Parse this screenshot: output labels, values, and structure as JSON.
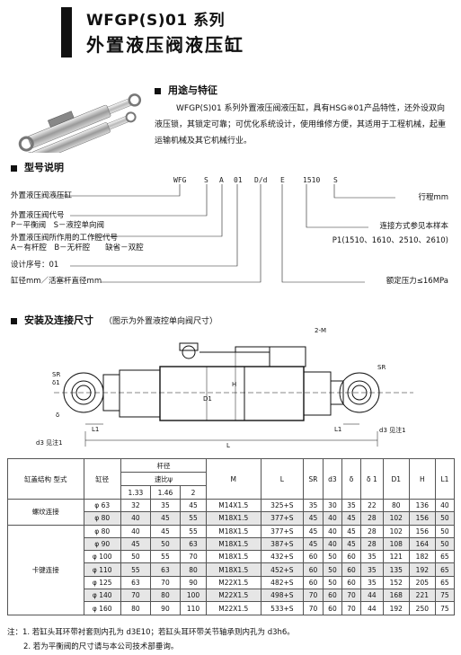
{
  "header": {
    "title_line1": "WFGP(S)01 系列",
    "title_line2": "外置液压阀液压缸"
  },
  "sections": {
    "features_title": "用途与特征",
    "model_title": "型号说明",
    "install_title": "安装及连接尺寸",
    "install_note": "（图示为外置液控单向阀尺寸）"
  },
  "description": "WFGP(S)01 系列外置液压阀液压缸，具有HSG※01产品特性，还外设双向液压锁，其锁定可靠；可优化系统设计，使用维修方便，其适用于工程机械，起重运输机械及其它机械行业。",
  "model": {
    "code_parts": [
      "WFG",
      "S",
      "A",
      "01",
      "D/d",
      "E",
      "1510",
      "S"
    ],
    "left_labels": [
      "外置液压阀液压缸",
      "外置液压阀代号",
      "P－平衡阀　S－液控单向阀",
      "外置液压阀所作用的工作腔代号",
      "A－有杆腔　B－无杆腔　　缺省－双腔",
      "设计序号：01",
      "缸径mm／活塞杆直径mm"
    ],
    "right_labels": {
      "stroke": "行程mm",
      "connection": "连接方式参见本样本",
      "connection_opts": "P1(1510、1610、2510、2610)",
      "pressure": "额定压力≤16MPa"
    }
  },
  "drawing_labels": {
    "two_m": "2-M",
    "sr_left": "SR",
    "delta1": "δ1",
    "delta": "δ",
    "d3_left": "d3 见注1",
    "l1_left": "L1",
    "d1": "D1",
    "h": "H",
    "sr_right": "SR",
    "l1_right": "L1",
    "d3_right": "d3 见注1",
    "l": "L"
  },
  "table": {
    "headers": {
      "structure": "缸盖结构  型式",
      "bore": "缸径",
      "rod": "杆径",
      "ratio": "速比ψ",
      "r1": "1.33",
      "r2": "1.46",
      "r3": "2",
      "M": "M",
      "L": "L",
      "SR": "SR",
      "d3": "d3",
      "delta": "δ",
      "delta1": "δ 1",
      "D1": "D1",
      "H": "H",
      "L1": "L1"
    },
    "groups": [
      {
        "name": "螺纹连接",
        "rows": [
          [
            "φ 63",
            "32",
            "35",
            "45",
            "M14X1.5",
            "325+S",
            "35",
            "30",
            "35",
            "22",
            "80",
            "136",
            "40"
          ],
          [
            "φ 80",
            "40",
            "45",
            "55",
            "M18X1.5",
            "377+S",
            "45",
            "40",
            "45",
            "28",
            "102",
            "156",
            "50"
          ]
        ]
      },
      {
        "name": "卡键连接",
        "rows": [
          [
            "φ 80",
            "40",
            "45",
            "55",
            "M18X1.5",
            "377+S",
            "45",
            "40",
            "45",
            "28",
            "102",
            "156",
            "50"
          ],
          [
            "φ 90",
            "45",
            "50",
            "63",
            "M18X1.5",
            "387+S",
            "45",
            "40",
            "45",
            "28",
            "108",
            "164",
            "50"
          ],
          [
            "φ 100",
            "50",
            "55",
            "70",
            "M18X1.5",
            "432+S",
            "60",
            "50",
            "60",
            "35",
            "121",
            "182",
            "65"
          ],
          [
            "φ 110",
            "55",
            "63",
            "80",
            "M18X1.5",
            "452+S",
            "60",
            "50",
            "60",
            "35",
            "135",
            "192",
            "65"
          ],
          [
            "φ 125",
            "63",
            "70",
            "90",
            "M22X1.5",
            "482+S",
            "60",
            "50",
            "60",
            "35",
            "152",
            "205",
            "65"
          ],
          [
            "φ 140",
            "70",
            "80",
            "100",
            "M22X1.5",
            "498+S",
            "70",
            "60",
            "70",
            "44",
            "168",
            "221",
            "75"
          ],
          [
            "φ 160",
            "80",
            "90",
            "110",
            "M22X1.5",
            "533+S",
            "70",
            "60",
            "70",
            "44",
            "192",
            "250",
            "75"
          ]
        ]
      }
    ]
  },
  "notes": [
    "注：1. 若缸头耳环带衬套则内孔为 d3E10；若缸头耳环带关节轴承则内孔为 d3h6。",
    "2. 若为平衡阀的尺寸请与本公司技术部垂询。"
  ]
}
